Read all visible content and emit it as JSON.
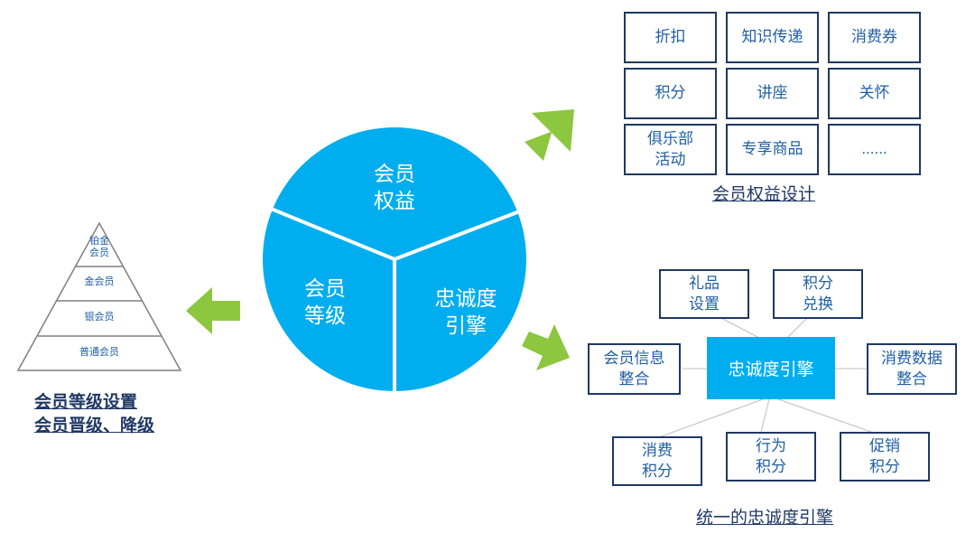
{
  "colors": {
    "circle": "#00aeef",
    "arrow": "#8dc63f",
    "box_border": "#1f3864",
    "box_text": "#1f5fa6",
    "core_box": "#00aeef",
    "connector": "#bfbfbf"
  },
  "circle": {
    "top": "会员\n权益",
    "left": "会员\n等级",
    "right": "忠诚度\n引擎"
  },
  "pyramid": {
    "levels": [
      "铂金\n会员",
      "金会员",
      "银会员",
      "普通会员"
    ],
    "caption_line1": "会员等级设置",
    "caption_line2": "会员晋级、降级"
  },
  "benefits": {
    "items": [
      "折扣",
      "知识传递",
      "消费券",
      "积分",
      "讲座",
      "关怀",
      "俱乐部\n活动",
      "专享商品",
      "......"
    ],
    "caption": "会员权益设计"
  },
  "engine": {
    "core": "忠诚度引擎",
    "nodes": [
      "礼品\n设置",
      "积分\n兑换",
      "会员信息\n整合",
      "消费数据\n整合",
      "消费\n积分",
      "行为\n积分",
      "促销\n积分"
    ],
    "caption": "统一的忠诚度引擎"
  }
}
